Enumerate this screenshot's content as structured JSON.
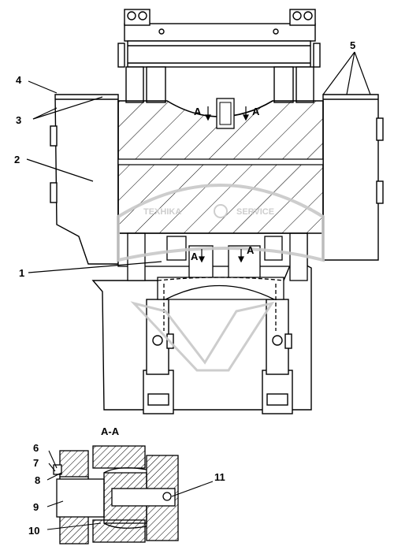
{
  "callouts": {
    "c1": "1",
    "c2": "2",
    "c3": "3",
    "c4": "4",
    "c5": "5",
    "c6": "6",
    "c7": "7",
    "c8": "8",
    "c9": "9",
    "c10": "10",
    "c11": "11"
  },
  "section_marks": {
    "top_left": "A",
    "top_right": "A",
    "mid_left": "A",
    "mid_right": "A"
  },
  "section_title": "A-A",
  "watermark": {
    "left_word": "TEXHIKA",
    "right_word": "SERVICE"
  },
  "colors": {
    "line": "#000000",
    "watermark": "#c8c8c8"
  }
}
